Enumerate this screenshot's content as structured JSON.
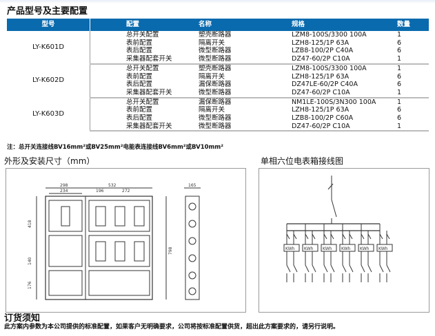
{
  "title": "产品型号及主要配置",
  "headers": [
    "型号",
    "配置",
    "名称",
    "规格",
    "数量"
  ],
  "groups": [
    {
      "model": "LY-K601D",
      "rows": [
        [
          "总开关配置",
          "塑壳断路器",
          "LZM8-100S/3300 100A",
          "1"
        ],
        [
          "表前配置",
          "隔离开关",
          "LZH8-125/1P 63A",
          "6"
        ],
        [
          "表后配置",
          "微型断路器",
          "LZB8-100/2P C40A",
          "6"
        ],
        [
          "采集器配套开关",
          "微型断路器",
          "DZ47-60/2P C10A",
          "1"
        ]
      ]
    },
    {
      "model": "LY-K602D",
      "rows": [
        [
          "总开关配置",
          "塑壳断路器",
          "LZM8-100S/3300 100A",
          "1"
        ],
        [
          "表前配置",
          "隔离开关",
          "LZH8-125/1P 63A",
          "6"
        ],
        [
          "表后配置",
          "漏保断路器",
          "DZ47LE-60/2P C40A",
          "6"
        ],
        [
          "采集器配套开关",
          "微型断路器",
          "DZ47-60/2P C10A",
          "1"
        ]
      ]
    },
    {
      "model": "LY-K603D",
      "rows": [
        [
          "总开关配置",
          "漏保断路器",
          "NM1LE-100S/3N300 100A",
          "1"
        ],
        [
          "表前配置",
          "隔离开关",
          "LZH8-125/1P 63A",
          "6"
        ],
        [
          "表后配置",
          "微型断路器",
          "LZB8-100/2P C60A",
          "6"
        ],
        [
          "采集器配套开关",
          "微型断路器",
          "DZ47-60/2P C10A",
          "1"
        ]
      ]
    }
  ],
  "note": "注：总开关连接线BV16mm²或BV25mm²电能表连接线BV6mm²或BV10mm²",
  "dims_title": "外形及安装尺寸（mm）",
  "wiring_title": "单相六位电表箱接线图",
  "dims": {
    "d298": "298",
    "d234": "234",
    "d196": "196",
    "d532": "532",
    "d272": "272",
    "d165": "165",
    "d418": "418",
    "d140": "140",
    "d176": "176",
    "d798": "798"
  },
  "meter_label": "KWh",
  "order_title": "订货须知",
  "order_text": "此方案内参数为本公司提供的标准配置，如果客户无明确要求，公司将按标准配置供货，超出此方案要求的，请另行说明。"
}
